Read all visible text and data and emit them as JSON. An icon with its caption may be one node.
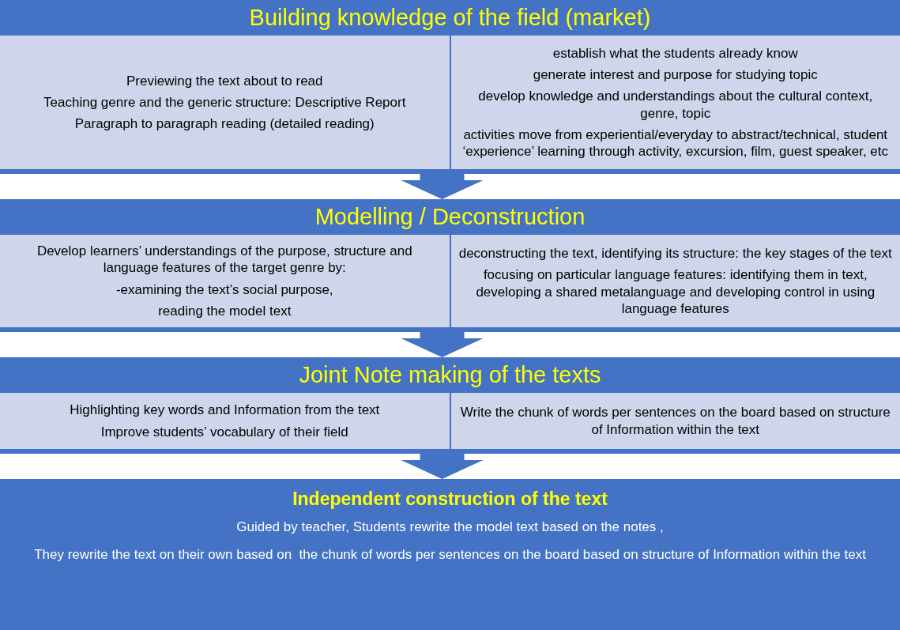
{
  "diagram": {
    "nodes": [
      {
        "text": [
          "Building knowledge of the field (market)"
        ]
      },
      {
        "text": [
          "Previewing the text about to read",
          "Teaching genre and the generic structure: Descriptive Report",
          "Paragraph to paragraph reading (detailed reading)"
        ],
        "in": 0
      },
      {
        "text": [
          "establish what the students already know",
          "generate interest and purpose for studying topic",
          "develop knowledge and understandings about the cultural context, genre, topic",
          "activities move from experiential/everyday to abstract/technical, student ‘experience’ learning through activity, excursion, film, guest speaker, etc"
        ],
        "in": 0
      },
      {
        "text": [
          "Modelling / Deconstruction"
        ]
      },
      {
        "text": [
          "Develop learners’ understandings of the purpose, structure and language features of the target genre by:",
          "-examining the text’s social purpose,",
          "reading the model text"
        ],
        "in": 3
      },
      {
        "text": [
          "deconstructing the text, identifying its structure: the key stages of the text",
          "focusing on particular language features: identifying them in text, developing a shared metalanguage and developing control in using language features"
        ],
        "in": 3
      },
      {
        "text": [
          "Joint Note making of the texts"
        ]
      },
      {
        "text": [
          "Highlighting key words and Information from the text",
          "Improve students’ vocabulary of their field"
        ],
        "in": 6
      },
      {
        "text": [
          "Write the chunk of words per sentences on the board based on structure of Information within the text"
        ],
        "in": 6
      },
      {
        "text": [
          "Independent construction of the text",
          "Guided by teacher, Students rewrite the model text based on the notes ,",
          "They rewrite the text on their own based on  the chunk of words per sentences on the board based on structure of Information within the text"
        ]
      }
    ],
    "edges": [
      {
        "from": 0,
        "to": 3,
        "arrow": "to"
      },
      {
        "from": 3,
        "to": 6,
        "arrow": "to"
      },
      {
        "from": 6,
        "to": 9,
        "arrow": "to"
      }
    ]
  }
}
